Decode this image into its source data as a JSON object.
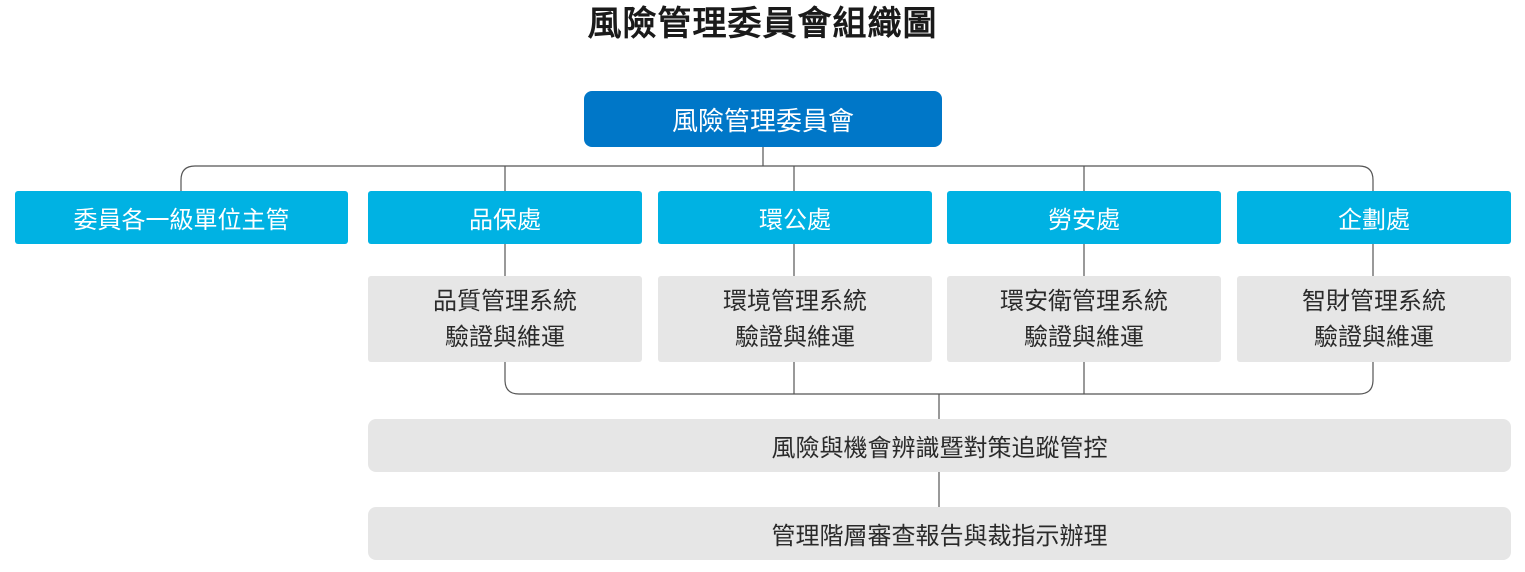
{
  "title": "風險管理委員會組織圖",
  "root": {
    "label": "風險管理委員會"
  },
  "departments": [
    {
      "label": "委員各一級單位主管"
    },
    {
      "label": "品保處"
    },
    {
      "label": "環公處"
    },
    {
      "label": "勞安處"
    },
    {
      "label": "企劃處"
    }
  ],
  "systems": [
    {
      "line1": "品質管理系統",
      "line2": "驗證與維運"
    },
    {
      "line1": "環境管理系統",
      "line2": "驗證與維運"
    },
    {
      "line1": "環安衛管理系統",
      "line2": "驗證與維運"
    },
    {
      "line1": "智財管理系統",
      "line2": "驗證與維運"
    }
  ],
  "steps": [
    {
      "label": "風險與機會辨識暨對策追蹤管控"
    },
    {
      "label": "管理階層審查報告與裁指示辦理"
    }
  ],
  "colors": {
    "root": "#0077c8",
    "department": "#00b2e3",
    "system": "#e6e6e6",
    "connector": "#555555"
  }
}
